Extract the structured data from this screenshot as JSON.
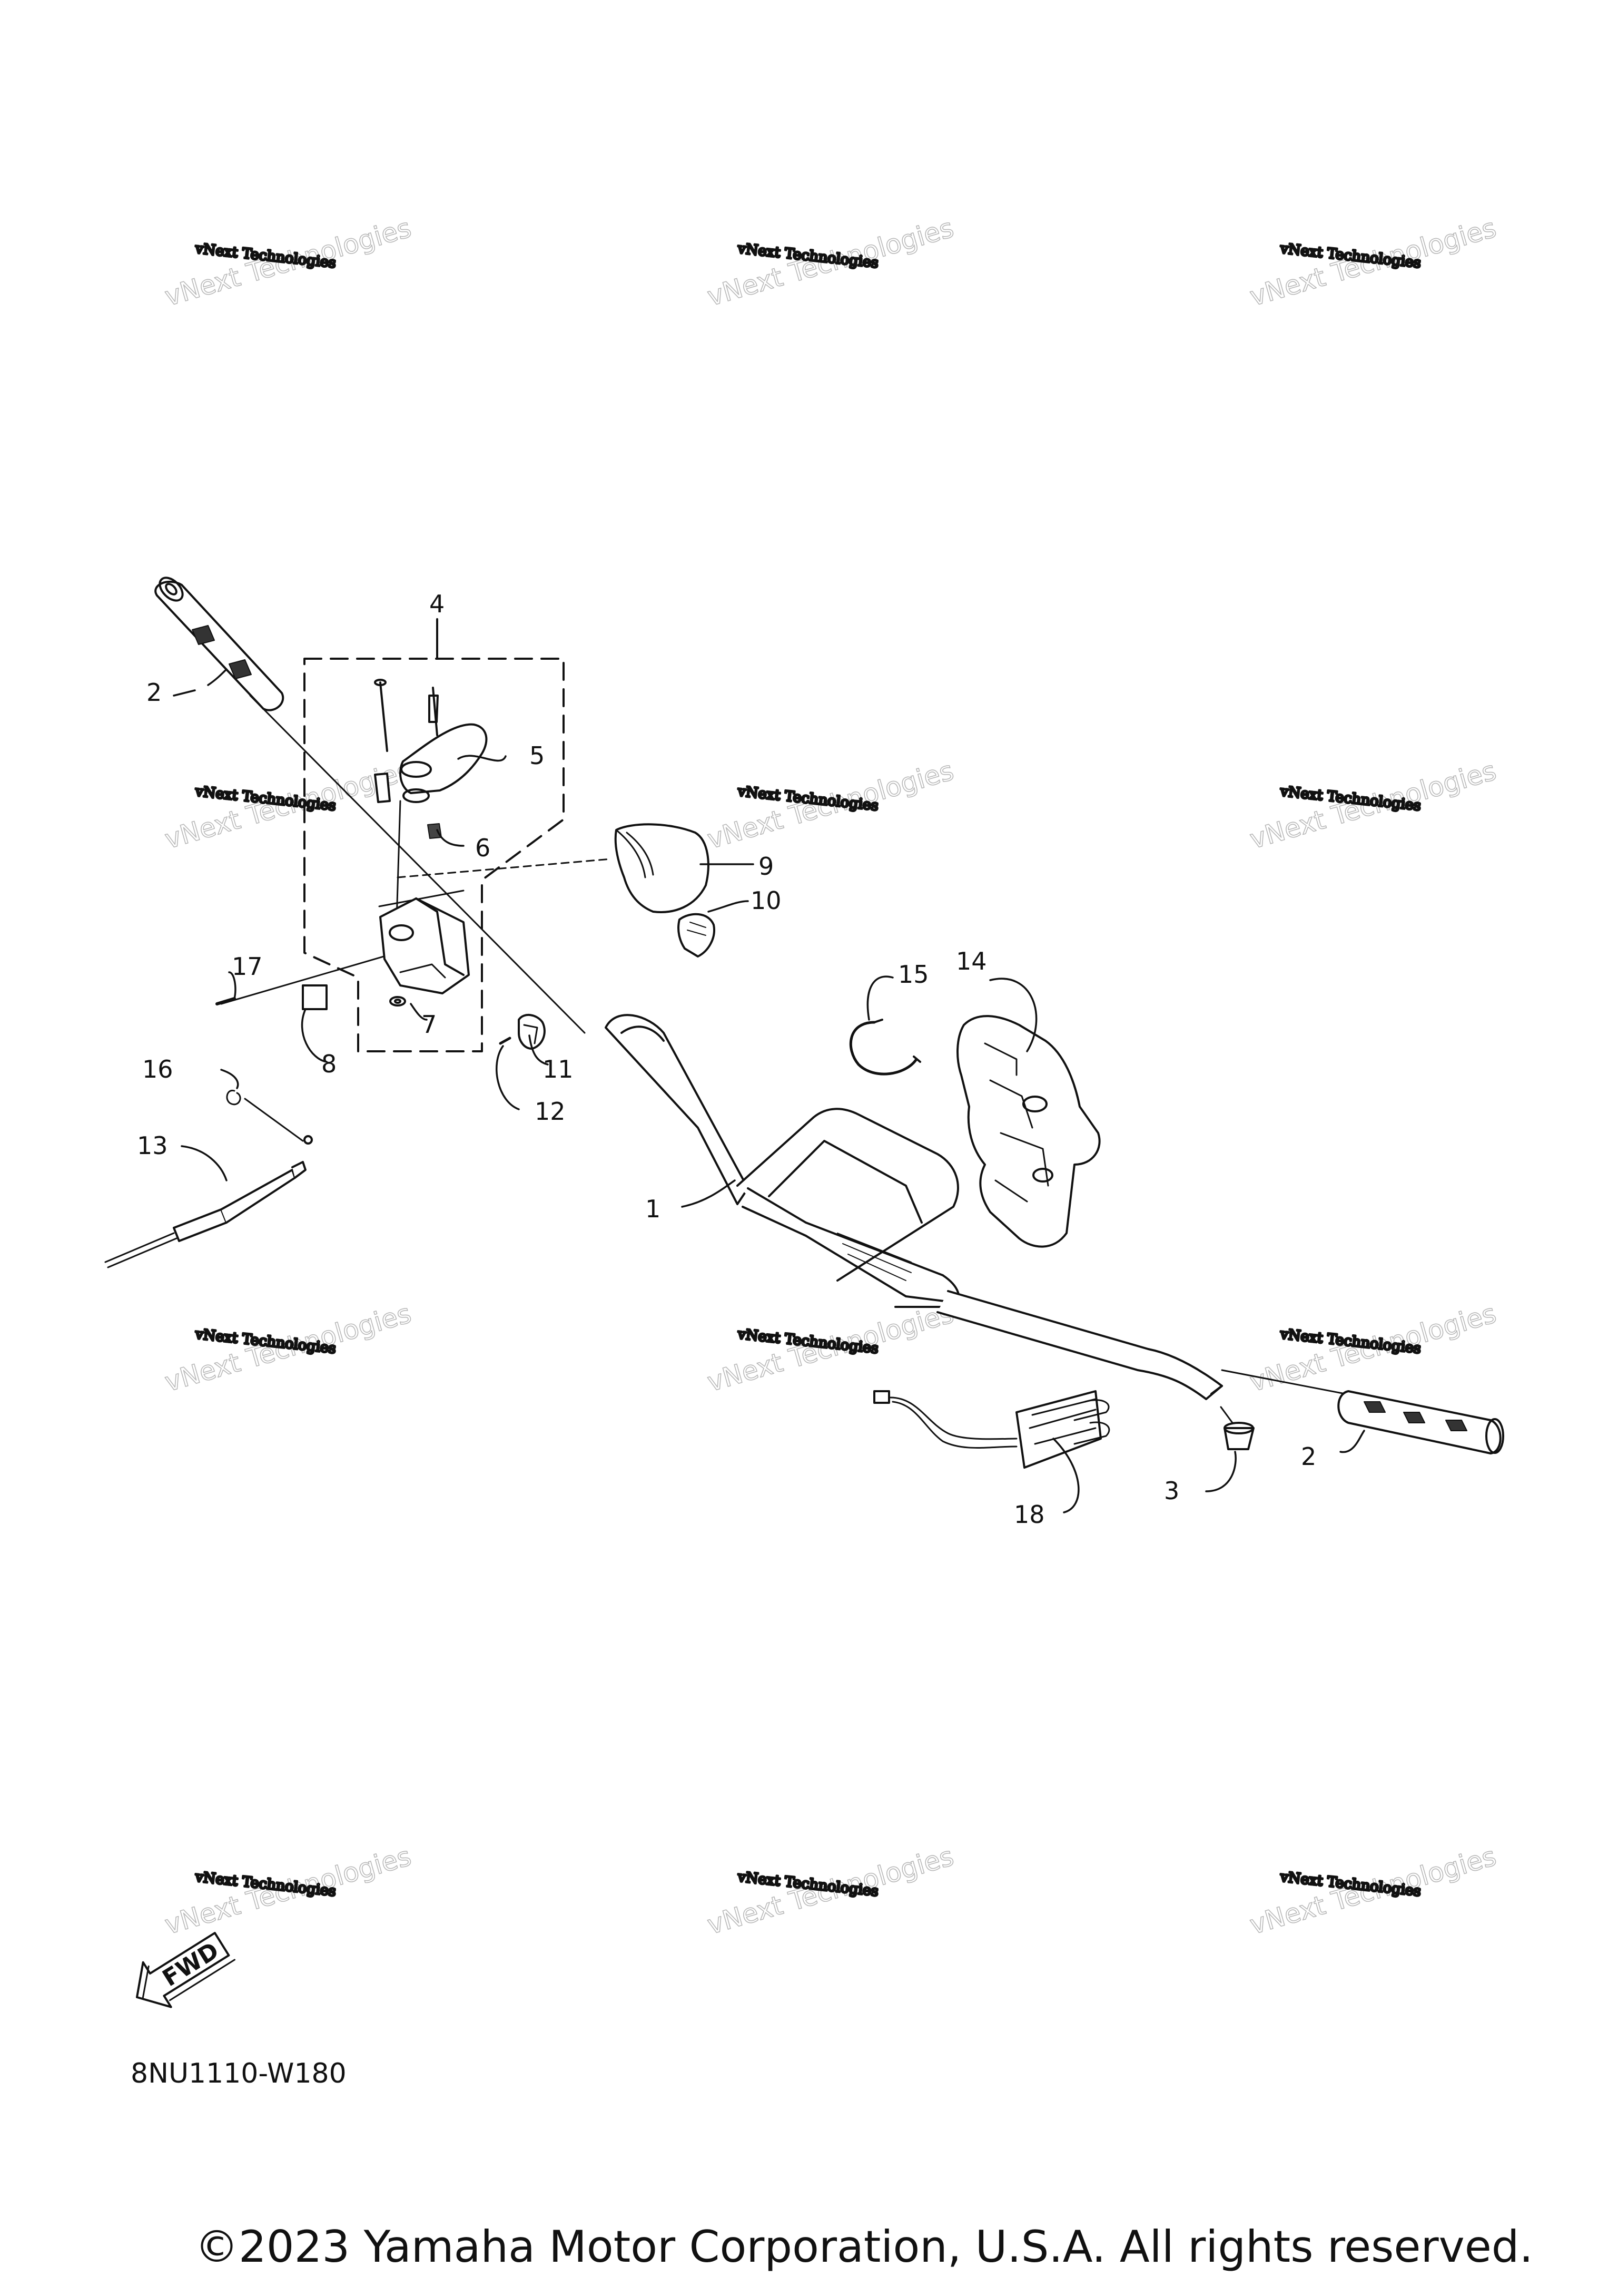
{
  "diagram": {
    "callouts": [
      "1",
      "2",
      "2",
      "3",
      "4",
      "5",
      "6",
      "7",
      "8",
      "9",
      "10",
      "11",
      "12",
      "13",
      "14",
      "15",
      "16",
      "17",
      "18"
    ],
    "watermark": {
      "line1": "vNext Technologies",
      "line2": "vNext Technologies"
    },
    "fwd_label": "FWD",
    "diagram_code": "8NU1110-W180",
    "copyright": "©2023 Yamaha Motor Corporation, U.S.A. All rights reserved."
  }
}
